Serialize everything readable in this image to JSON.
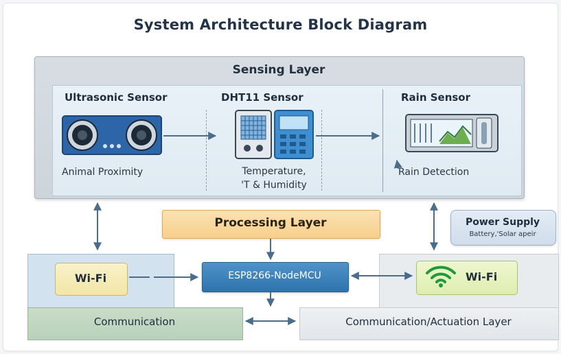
{
  "title": "System Architecture Block Diagram",
  "sensing_layer": {
    "title": "Sensing Layer",
    "sensors": [
      {
        "name": "Ultrasonic Sensor",
        "description": "Animal Proximity"
      },
      {
        "name": "DHT11 Sensor",
        "description_line1": "Temperature,",
        "description_line2": "'T  &  Humidity"
      },
      {
        "name": "Rain Sensor",
        "description": "Rain Detection"
      }
    ]
  },
  "processing_layer": {
    "title": "Processing Layer"
  },
  "microcontroller": {
    "label": "ESP8266-NodeMCU"
  },
  "power_supply": {
    "title": "Power Supply",
    "subtitle": "Battery,'Solar apeir"
  },
  "communication": {
    "left_label": "Communication",
    "right_label": "Communication/Actuation Layer",
    "wifi_left": "Wi-Fi",
    "wifi_right": "Wi-Fi"
  },
  "colors": {
    "arrow": "#4a6d8c",
    "processing": "#f7cf8c",
    "microcontroller": "#2f73ae",
    "wifi_icon": "#1f9a3a"
  }
}
